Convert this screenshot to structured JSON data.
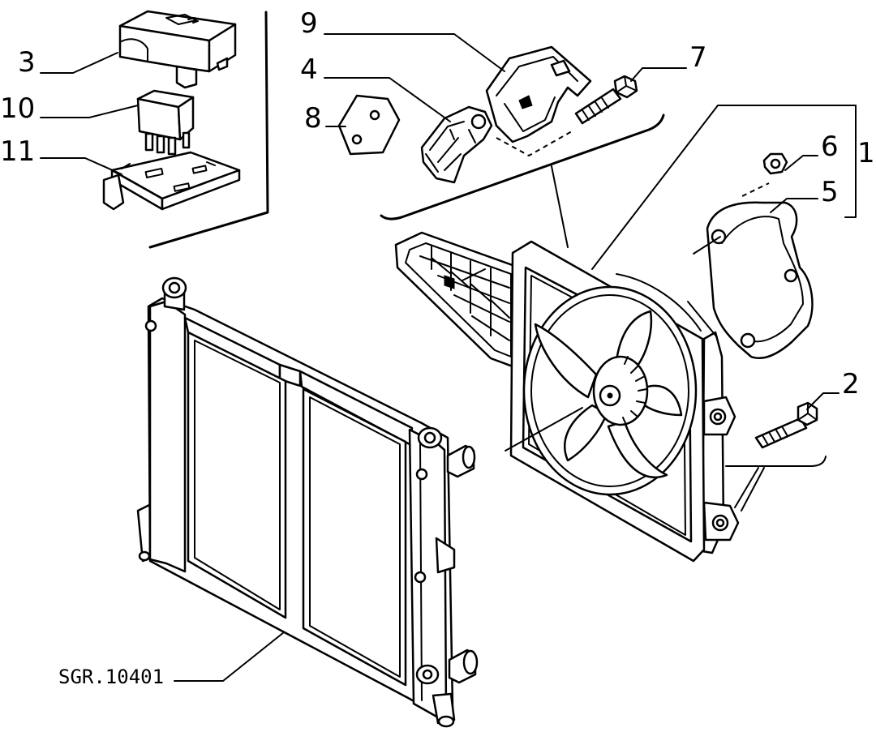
{
  "diagram": {
    "callouts": {
      "part_1": "1",
      "part_2": "2",
      "part_3": "3",
      "part_4": "4",
      "part_5": "5",
      "part_6": "6",
      "part_7": "7",
      "part_8": "8",
      "part_9": "9",
      "part_10": "10",
      "part_11": "11"
    },
    "reference_code": "SGR.10401"
  }
}
